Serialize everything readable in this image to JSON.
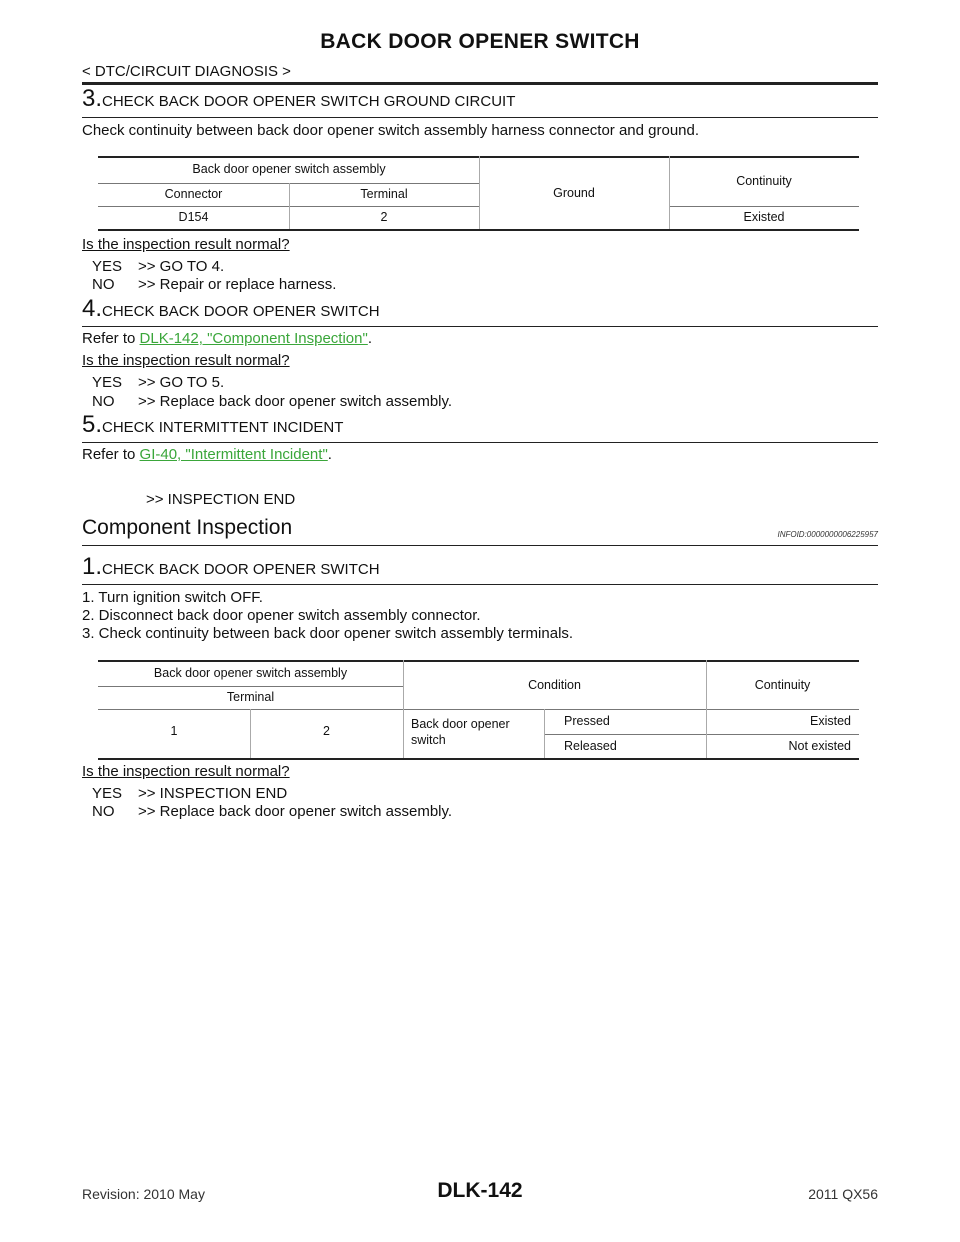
{
  "header": {
    "title": "BACK DOOR OPENER SWITCH",
    "section": "< DTC/CIRCUIT DIAGNOSIS >"
  },
  "step3": {
    "number": "3.",
    "heading": "CHECK BACK DOOR OPENER SWITCH GROUND CIRCUIT",
    "instruction": "Check continuity between back door opener switch assembly harness connector and ground.",
    "table": {
      "group_header": "Back door opener switch assembly",
      "col_connector": "Connector",
      "col_terminal": "Terminal",
      "col_ground": "Ground",
      "col_continuity": "Continuity",
      "row": {
        "connector": "D154",
        "terminal": "2",
        "continuity": "Existed"
      }
    },
    "question": "Is the inspection result normal?",
    "yes_key": "YES",
    "yes_text": ">> GO TO 4.",
    "no_key": "NO",
    "no_text": ">> Repair or replace harness."
  },
  "step4": {
    "number": "4.",
    "heading": "CHECK BACK DOOR OPENER SWITCH",
    "refer_prefix": "Refer to ",
    "refer_link": "DLK-142, \"Component Inspection\"",
    "refer_suffix": ".",
    "question": "Is the inspection result normal?",
    "yes_key": "YES",
    "yes_text": ">> GO TO 5.",
    "no_key": "NO",
    "no_text": ">> Replace back door opener switch assembly."
  },
  "step5": {
    "number": "5.",
    "heading": "CHECK INTERMITTENT INCIDENT",
    "refer_prefix": "Refer to ",
    "refer_link": "GI-40, \"Intermittent Incident\"",
    "refer_suffix": ".",
    "result": ">> INSPECTION END"
  },
  "component": {
    "title": "Component Inspection",
    "infoid": "INFOID:0000000006225957",
    "step_number": "1.",
    "step_heading": "CHECK BACK DOOR OPENER SWITCH",
    "items": [
      "1.  Turn ignition switch OFF.",
      "2.  Disconnect back door opener switch assembly connector.",
      "3.  Check continuity between back door opener switch assembly terminals."
    ],
    "table": {
      "group_header": "Back door opener switch assembly",
      "sub_header": "Terminal",
      "col_condition": "Condition",
      "col_continuity": "Continuity",
      "term_a": "1",
      "term_b": "2",
      "condition_label_1": "Back door opener",
      "condition_label_2": "switch",
      "rows": [
        {
          "state": "Pressed",
          "continuity": "Existed"
        },
        {
          "state": "Released",
          "continuity": "Not existed"
        }
      ]
    },
    "question": "Is the inspection result normal?",
    "yes_key": "YES",
    "yes_text": ">> INSPECTION END",
    "no_key": "NO",
    "no_text": ">> Replace back door opener switch assembly."
  },
  "footer": {
    "page_code": "DLK-142",
    "revision": "Revision: 2010 May",
    "model": "2011 QX56"
  }
}
